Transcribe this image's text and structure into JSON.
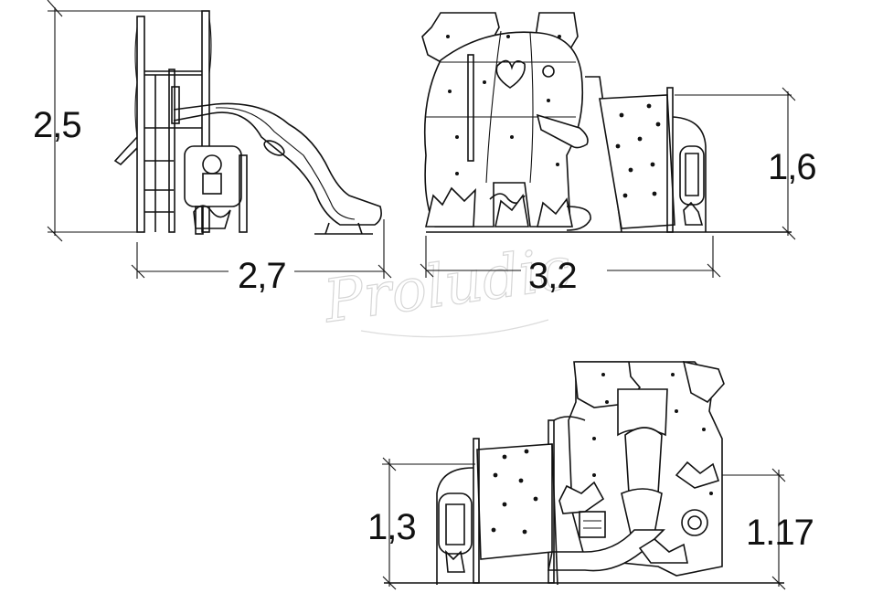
{
  "watermark": {
    "text": "Proludic"
  },
  "views": {
    "side": {
      "height_label": "2,5",
      "width_label": "2,7"
    },
    "front": {
      "height_label": "1,6",
      "width_label": "3,2"
    },
    "rear": {
      "left_height_label": "1,3",
      "right_height_label": "1.17"
    }
  },
  "colors": {
    "line": "#111111",
    "background": "#ffffff",
    "watermark": "#d6d6d6"
  }
}
